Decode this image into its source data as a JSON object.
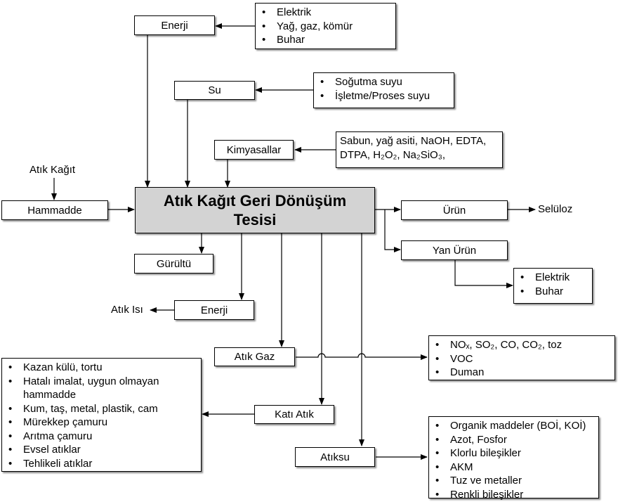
{
  "center": {
    "line1": "Atık Kağıt Geri Dönüşüm",
    "line2": "Tesisi"
  },
  "inputs": {
    "energy": {
      "label": "Enerji",
      "items": [
        "Elektrik",
        "Yağ, gaz, kömür",
        "Buhar"
      ]
    },
    "water": {
      "label": "Su",
      "items": [
        "Soğutma suyu",
        "İşletme/Proses suyu"
      ]
    },
    "chemicals": {
      "label": "Kimyasallar",
      "line1": "Sabun, yağ asiti, NaOH, EDTA,",
      "line2": "DTPA, H₂O₂, Na₂SiO₃,"
    },
    "raw": {
      "label": "Hammadde",
      "source": "Atık Kağıt"
    }
  },
  "outputs": {
    "product": {
      "label": "Ürün",
      "result": "Selüloz"
    },
    "byproduct": {
      "label": "Yan Ürün",
      "items": [
        "Elektrik",
        "Buhar"
      ]
    },
    "noise": {
      "label": "Gürültü"
    },
    "energy": {
      "label": "Enerji",
      "result": "Atık Isı"
    },
    "gas": {
      "label": "Atık Gaz",
      "items": [
        "NOₓ, SO₂, CO, CO₂, toz",
        "VOC",
        "Duman"
      ]
    },
    "solid": {
      "label": "Katı Atık",
      "items": [
        "Kazan külü, tortu",
        "Hatalı imalat, uygun olmayan hammadde",
        "Kum, taş, metal, plastik, cam",
        "Mürekkep çamuru",
        "Arıtma çamuru",
        "Evsel atıklar",
        "Tehlikeli atıklar"
      ]
    },
    "wastewater": {
      "label": "Atıksu",
      "items": [
        "Organik maddeler (BOİ, KOİ)",
        "Azot, Fosfor",
        "Klorlu bileşikler",
        "AKM",
        "Tuz ve metaller",
        "Renkli bileşikler"
      ]
    }
  }
}
